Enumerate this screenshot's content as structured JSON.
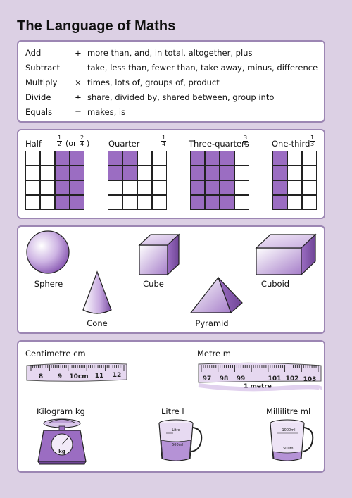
{
  "title": "The Language of Maths",
  "operations": [
    {
      "word": "Add",
      "symbol": "+",
      "description": "more than, and, in total, altogether, plus"
    },
    {
      "word": "Subtract",
      "symbol": "–",
      "description": "take, less than, fewer than, take away, minus, difference"
    },
    {
      "word": "Multiply",
      "symbol": "×",
      "description": "times, lots of, groups of, product"
    },
    {
      "word": "Divide",
      "symbol": "÷",
      "description": "share, divided by, shared between, group into"
    },
    {
      "word": "Equals",
      "symbol": "=",
      "description": "makes, is"
    }
  ],
  "fractions": {
    "half": {
      "label": "Half",
      "num": "1",
      "den": "2",
      "or_text": "(or",
      "alt_num": "2",
      "alt_den": "4",
      "close": ")"
    },
    "quarter": {
      "label": "Quarter",
      "num": "1",
      "den": "4"
    },
    "three_quarters": {
      "label": "Three-quarters",
      "num": "3",
      "den": "4"
    },
    "one_third": {
      "label": "One-third",
      "num": "1",
      "den": "3"
    }
  },
  "shapes": {
    "sphere": "Sphere",
    "cube": "Cube",
    "cuboid": "Cuboid",
    "cone": "Cone",
    "pyramid": "Pyramid"
  },
  "measures": {
    "centimetre": {
      "label": "Centimetre cm",
      "ticks": [
        "8",
        "9",
        "10cm",
        "11",
        "12"
      ]
    },
    "metre": {
      "label": "Metre m",
      "ticks": [
        "97",
        "98",
        "99",
        "101",
        "102",
        "103"
      ],
      "center": "1 metre"
    },
    "kilogram": {
      "label": "Kilogram kg",
      "unit": "kg"
    },
    "litre": {
      "label": "Litre l",
      "mark_top": "Litre",
      "mark_bottom": "500ml"
    },
    "millilitre": {
      "label": "Millilitre ml",
      "mark_top": "1000ml",
      "mark_bottom": "500ml"
    }
  },
  "colors": {
    "accent": "#9b6dc2",
    "border": "#9c86b3",
    "background": "#dcd0e4"
  }
}
